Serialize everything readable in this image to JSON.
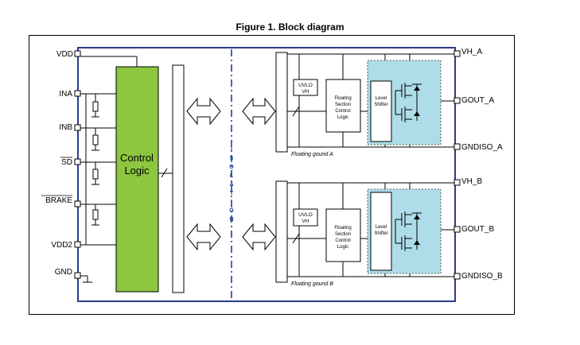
{
  "figure_title": "Figure 1. Block diagram",
  "pins_left": {
    "vdd": "VDD",
    "ina": "INA",
    "inb": "INB",
    "sd": "SD",
    "brake": "BRAKE",
    "vdd2": "VDD2",
    "gnd": "GND"
  },
  "pins_right": {
    "vh_a": "VH_A",
    "gout_a": "GOUT_A",
    "gndiso_a": "GNDISO_A",
    "vh_b": "VH_B",
    "gout_b": "GOUT_B",
    "gndiso_b": "GNDISO_B"
  },
  "control_logic": {
    "line1": "Control",
    "line2": "Logic"
  },
  "isolation_letters": [
    "I",
    "S",
    "O",
    "L",
    "A",
    "T",
    "I",
    "O",
    "N"
  ],
  "channel_a": {
    "uvlo_line1": "UVLO",
    "uvlo_line2": "VH",
    "floating": [
      "Floating",
      "Section",
      "Control",
      "Logic"
    ],
    "shifter": [
      "Level",
      "Shifter"
    ],
    "ground_label": "Floating gound A"
  },
  "channel_b": {
    "uvlo_line1": "UVLO",
    "uvlo_line2": "VH",
    "floating": [
      "Floating",
      "Section",
      "Control",
      "Logic"
    ],
    "shifter": [
      "Level",
      "Shifter"
    ],
    "ground_label": "Floating gound B"
  },
  "colors": {
    "outline": "#2a3a8c",
    "control_fill": "#8dc63f",
    "driver_fill": "#aedde9",
    "isolation": "#1e3d8f"
  }
}
